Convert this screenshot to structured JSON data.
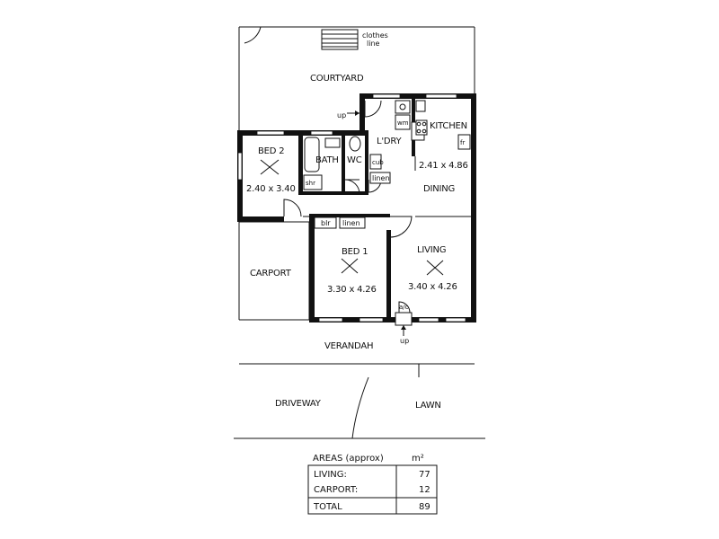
{
  "rooms": {
    "courtyard": "COURTYARD",
    "clothes_line": [
      "clothes",
      "line"
    ],
    "bed2": "BED 2",
    "bed2_size": "2.40 x 3.40",
    "bath": "BATH",
    "wc": "WC",
    "shr": "shr",
    "cub": "cub",
    "linen_upper": "linen",
    "laundry": "L'DRY",
    "wm": "wm",
    "kitchen": "KITCHEN",
    "fr": "fr",
    "kitchen_size": "2.41 x 4.86",
    "dining": "DINING",
    "blr": "blr",
    "linen_lower": "linen",
    "bed1": "BED 1",
    "bed1_size": "3.30 x 4.26",
    "living": "LIVING",
    "living_size": "3.40 x 4.26",
    "carport": "CARPORT",
    "ac": "a/c",
    "up_top": "up",
    "up_bottom": "up",
    "verandah": "VERANDAH",
    "driveway": "DRIVEWAY",
    "lawn": "LAWN"
  },
  "areas": {
    "title": "AREAS (approx)",
    "unit": "m²",
    "rows": [
      {
        "label": "LIVING:",
        "value": "77"
      },
      {
        "label": "CARPORT:",
        "value": "12"
      },
      {
        "label": "TOTAL",
        "value": "89"
      }
    ]
  }
}
